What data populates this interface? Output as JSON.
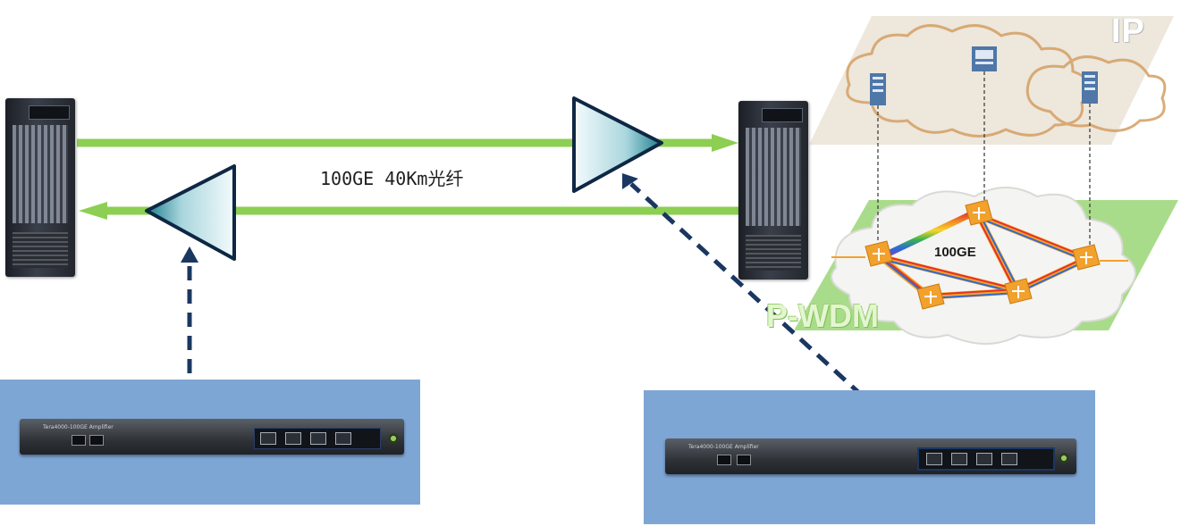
{
  "link": {
    "label": "100GE 40Km光纤"
  },
  "layers": {
    "ip_label": "IP",
    "network_label": "P-WDM",
    "core_link_label": "100GE"
  },
  "devices": {
    "amplifier_left_brand": "Tera4000-100GE Amplifier",
    "amplifier_right_brand": "Tera4000-100GE Amplifier"
  },
  "colors": {
    "fiber_green": "#8ccf52",
    "ip_plane": "#ede7dc",
    "wdm_plane": "#a9dc8a",
    "amp_panel": "#7ea6d5",
    "dash_line": "#1a3761",
    "router_orange": "#f2a12d"
  }
}
